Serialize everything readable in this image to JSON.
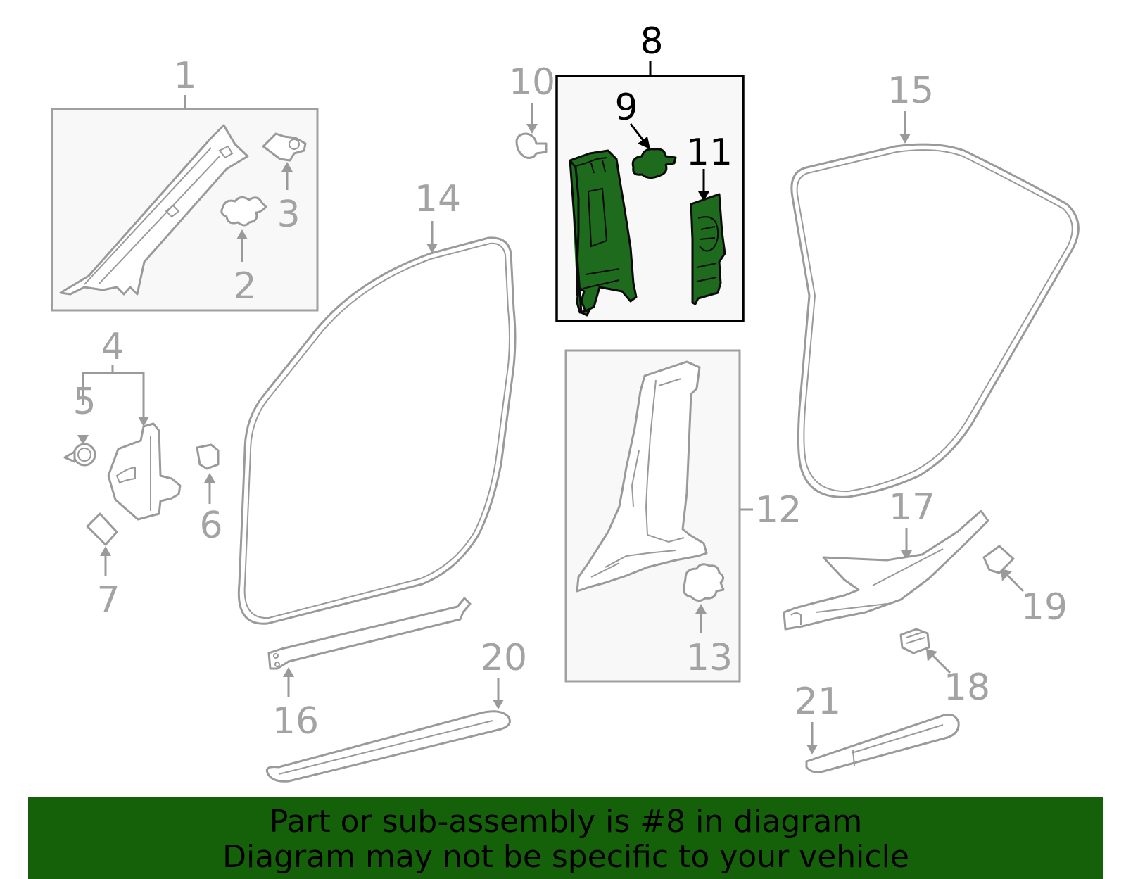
{
  "callouts": {
    "c1": "1",
    "c2": "2",
    "c3": "3",
    "c4": "4",
    "c5": "5",
    "c6": "6",
    "c7": "7",
    "c8": "8",
    "c9": "9",
    "c10": "10",
    "c11": "11",
    "c12": "12",
    "c13": "13",
    "c14": "14",
    "c15": "15",
    "c16": "16",
    "c17": "17",
    "c18": "18",
    "c19": "19",
    "c20": "20",
    "c21": "21"
  },
  "highlighted_part": "8",
  "colors": {
    "highlight_fill": "#1e6b1e",
    "banner_background": "#156109",
    "part_stroke": "#9a9a9a",
    "label_gray": "#a3a3a3"
  },
  "banner": {
    "line1": "Part or sub-assembly is #8 in diagram",
    "line2": "Diagram may not be specific to your vehicle"
  }
}
